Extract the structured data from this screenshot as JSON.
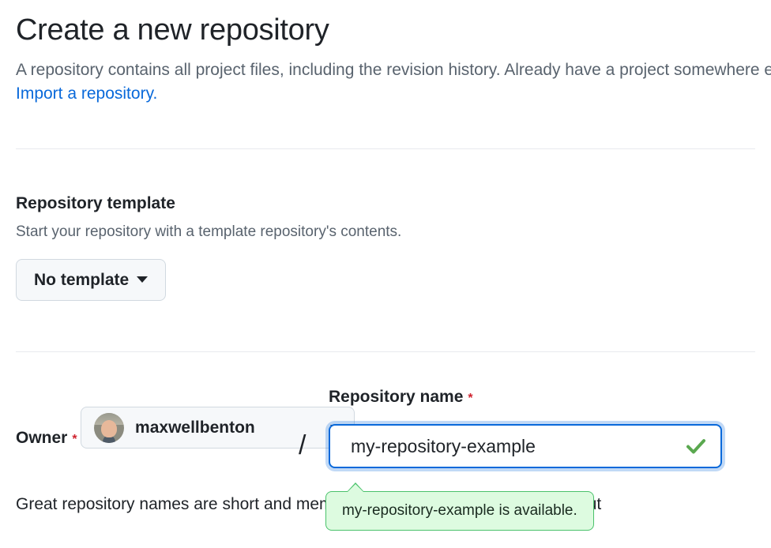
{
  "header": {
    "title": "Create a new repository",
    "description_before_link": "A repository contains all project files, including the revision history. Already have a project somewhere elsewhere? ",
    "link_label": "Import a repository."
  },
  "template_section": {
    "heading": "Repository template",
    "description": "Start your repository with a template repository's contents.",
    "button_label": "No template",
    "caret_icon": "chevron-down-icon"
  },
  "owner_field": {
    "label": "Owner",
    "required_marker": "*",
    "value": "maxwellbenton",
    "avatar_icon": "user-avatar",
    "caret_icon": "chevron-down-icon"
  },
  "separator": "/",
  "repository_name_field": {
    "label": "Repository name",
    "required_marker": "*",
    "value": "my-repository-example",
    "placeholder": "",
    "valid_icon": "check-icon"
  },
  "helper_text": "Great repository names are short and memorable. Need inspiration? How about ",
  "availability_popover": {
    "message": "my-repository-example is available."
  },
  "colors": {
    "accent_blue": "#0969da",
    "success_green": "#4ac26b",
    "success_bg": "#ddfbe0",
    "text_primary": "#1f2328",
    "text_muted": "#59636e",
    "required_red": "#cf222e",
    "button_bg": "#f6f8fa",
    "border": "#d1d9e0",
    "divider": "#e8eaee"
  }
}
